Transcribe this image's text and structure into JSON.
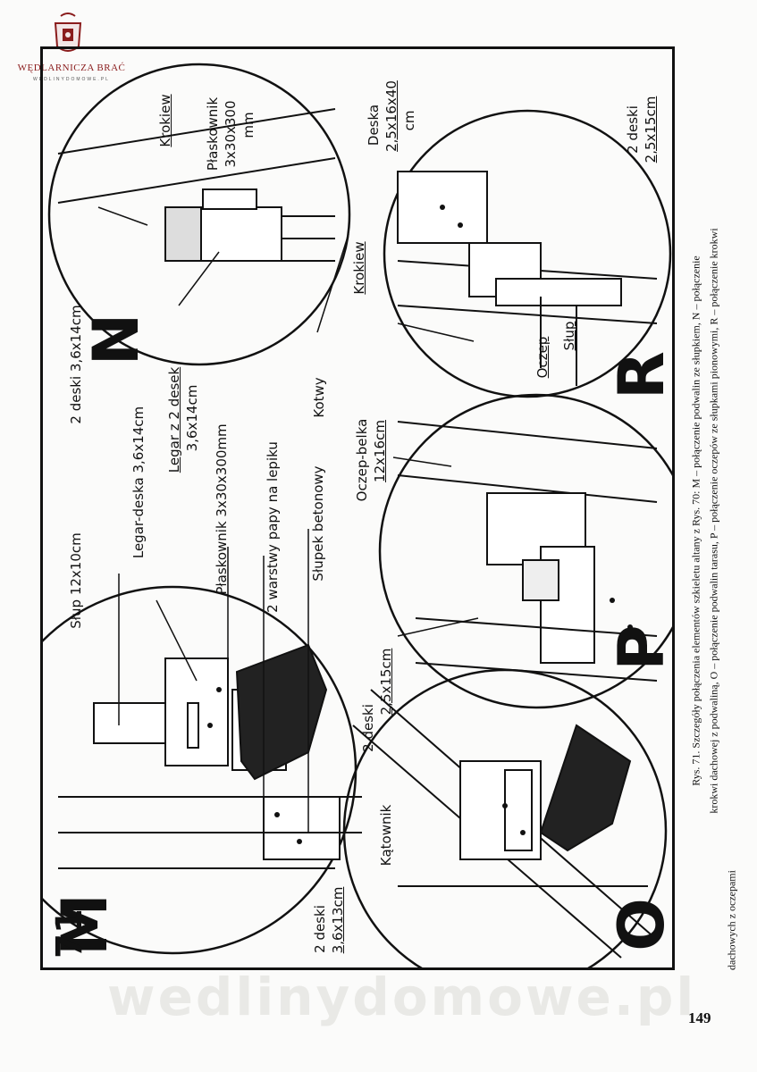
{
  "logo": {
    "name": "WĘDLARNICZA BRAĆ",
    "sub": "WEDLINYDOMOWE.PL"
  },
  "figure_number": "71",
  "panels": {
    "m": "M",
    "n": "N",
    "o": "O",
    "p": "P",
    "r": "R"
  },
  "labels": {
    "stup": "Słup 12x10cm",
    "legar_deska": "Legar-deska 3,6x14cm",
    "plaskownik_m": "Płaskownik 3x30x300mm",
    "papa": "2 warstwy papy na lepiku",
    "stupek": "Słupek betonowy",
    "kotwy": "Kotwy",
    "dwie_deski_n": "2 deski 3,6x14cm",
    "legar_z_desek_1": "Legar z 2 desek",
    "legar_z_desek_2": "3,6x14cm",
    "krokiew_n": "Krokiew",
    "plaskownik_n_1": "Płaskownik",
    "plaskownik_n_2": "3x30x300",
    "plaskownik_n_3": "mm",
    "katownik": "Kątownik",
    "dwie_deski_o_1": "2 deski",
    "dwie_deski_o_2": "3,6x13cm",
    "dwie_deski_p_1": "2 deski",
    "dwie_deski_p_2": "2,5x15cm",
    "oczep_belka_1": "Oczep-belka",
    "oczep_belka_2": "12x16cm",
    "deska_r_1": "Deska",
    "deska_r_2": "2,5x16x40",
    "deska_r_3": "cm",
    "krokiew_r": "Krokiew",
    "oczep": "Oczep",
    "slup_r": "Słup",
    "dwie_deski_r_1": "2 deski",
    "dwie_deski_r_2": "2,5x15cm"
  },
  "caption": {
    "line1": "Rys. 71. Szczegóły połączenia elementów szkieletu altany z Rys. 70: M – połączenie podwalin ze słupkiem, N – połączenie",
    "line2": "krokwi dachowej z podwaliną, O – połączenie podwalin tarasu, P – połączenie oczepów ze słupkami pionowymi, R – połączenie krokwi",
    "line3": "dachowych z oczepami"
  },
  "page_number": "149",
  "watermark": "wedlinydomowe.pl"
}
